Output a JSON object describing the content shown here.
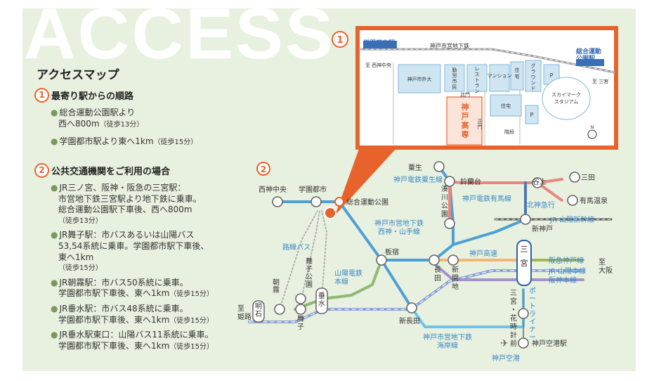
{
  "watermark": "ACCESS",
  "title": "アクセスマップ",
  "section1": {
    "badge": "1",
    "heading": "最寄り駅からの順路",
    "items": [
      {
        "l1": "総合運動公園駅より",
        "l2": "西へ800m",
        "note": "（徒歩13分）"
      },
      {
        "l1": "学園都市駅より東へ1km",
        "note": "（徒歩15分）"
      }
    ]
  },
  "section2": {
    "badge": "2",
    "heading": "公共交通機関をご利用の場合",
    "items": [
      {
        "lines": [
          "JR三ノ宮、阪神・阪急の三宮駅：",
          "市営地下鉄三宮駅より地下鉄に乗車。",
          "総合運動公園駅下車後、西へ800m"
        ],
        "note": "（徒歩13分）"
      },
      {
        "lines": [
          "JR舞子駅：市バスあるいは山陽バス",
          "53,54系統に乗車。学園都市駅下車後、",
          "東へ1km"
        ],
        "note": "（徒歩15分）"
      },
      {
        "lines": [
          "JR朝霧駅：市バス50系統に乗車。",
          "学園都市駅下車後、東へ1km"
        ],
        "note": "（徒歩15分）"
      },
      {
        "lines": [
          "JR垂水駅：市バス48系統に乗車。",
          "学園都市駅下車後、東へ1km"
        ],
        "note": "（徒歩15分）"
      },
      {
        "lines": [
          "JR垂水駅東口：山陽バス11系統に乗車。",
          "学園都市駅下車後、東へ1km"
        ],
        "note": "（徒歩15分）"
      }
    ]
  },
  "inset": {
    "badge": "1",
    "station_left": "学園都市駅",
    "station_right": "総合運動\n公園駅",
    "subway": "神戸市営地下鉄",
    "west": "至 西神中央",
    "east": "至 三宮",
    "blocks": [
      "神戸市外大",
      "勤労市民",
      "レストラン",
      "マンション",
      "住宅",
      "グラウンド",
      "P",
      "住宅",
      "P"
    ],
    "school": "神戸高専",
    "gates": [
      "北門",
      "正門"
    ],
    "stairs": "階段",
    "stadium": "スカイマーク\nスタジアム",
    "north": "N"
  },
  "route": {
    "badge": "2",
    "stations": {
      "seishin": "西神中央",
      "gakuen": "学園都市",
      "sogo": "総合運動公園",
      "itayado": "板宿",
      "shinnagata": "新長田",
      "nagata": "長田",
      "shinkaichi": "新開地",
      "minatogawa": "湊川公園",
      "aoi": "粟生",
      "suzurandai": "鈴蘭台",
      "tanigami": "谷上",
      "sanda": "三田",
      "arima": "有馬温泉",
      "shinkobe": "新神戸",
      "sannomiya": "三宮",
      "hanadokei": "三宮・花時計前",
      "airport": "神戸空港駅",
      "akashi": "明石",
      "asagiri": "朝霧",
      "maiko": "舞子",
      "maiko_koen": "舞子公園",
      "tarumi": "垂水"
    },
    "lines": {
      "seishin_yamate": "神戸市営地下鉄\n西神・山手線",
      "kaigan": "神戸市営地下鉄\n海岸線",
      "ao": "神戸電鉄粟生線",
      "arima": "神戸電鉄有馬線",
      "hokushin": "北神急行",
      "shinkansen": "JR 山陽新幹線",
      "kosoku": "神戸高速",
      "hankyu": "阪急神戸線",
      "jr": "JR 山陽本線",
      "hanshin": "阪神本線",
      "sanyo": "山陽電鉄\n本線",
      "bus": "路線バス",
      "portliner": "ポートライナー",
      "airport": "神戸空港"
    },
    "to_himeji": "至\n姫路",
    "to_osaka": "至\n大阪"
  }
}
